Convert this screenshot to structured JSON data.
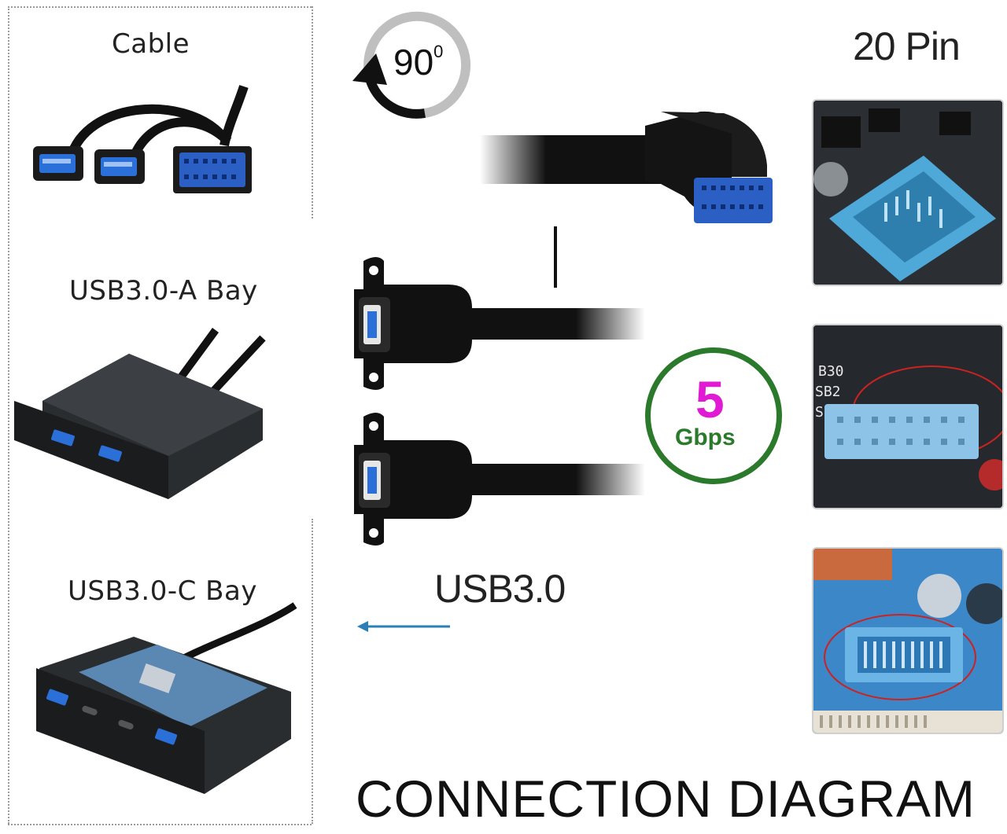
{
  "left_panel": {
    "cable_label": "Cable",
    "bay_a_label": "USB3.0-A Bay",
    "bay_c_label": "USB3.0-C Bay"
  },
  "rotation": {
    "text": "90",
    "superscript": "0"
  },
  "pin_label": "20 Pin",
  "speed": {
    "value": "5",
    "unit": "Gbps"
  },
  "usb_label": "USB3.0",
  "footer_title": "CONNECTION DIAGRAM",
  "colors": {
    "usb_blue": "#2b6fd9",
    "header_blue": "#4fa9d8",
    "ring_green": "#2b7a2b",
    "speed_magenta": "#e01bd3",
    "arrow_blue": "#2a7fb8"
  }
}
